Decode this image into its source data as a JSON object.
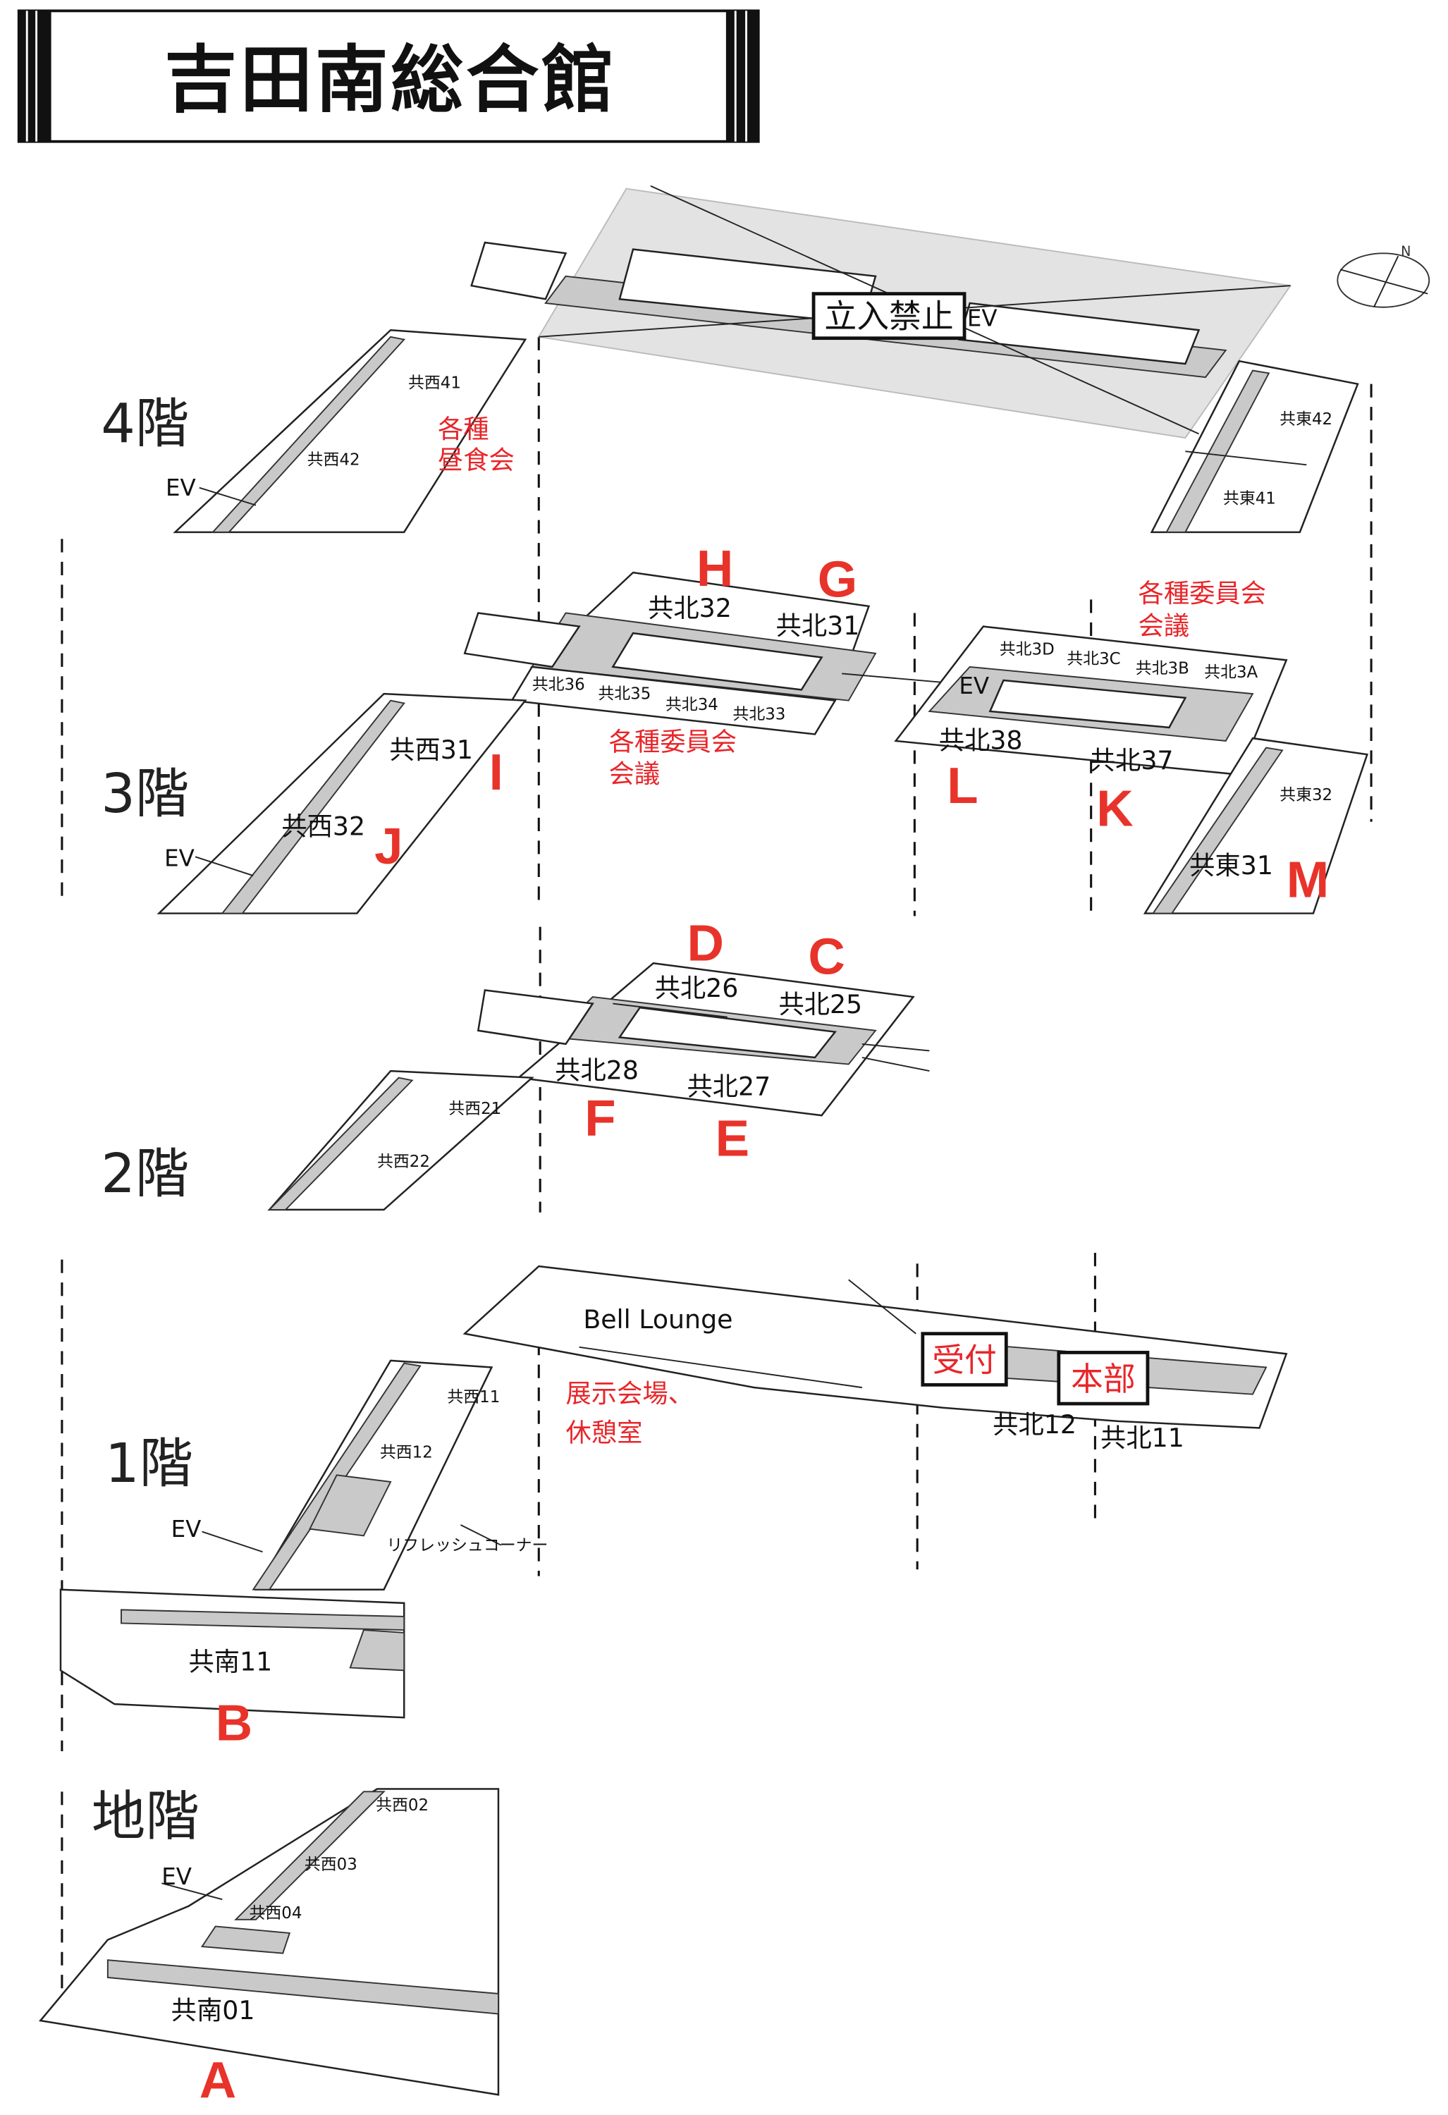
{
  "title": "吉田南総合館",
  "floors": {
    "f4": "4階",
    "f3": "3階",
    "f2": "2階",
    "f1": "1階",
    "fb": "地階"
  },
  "closed_label": "立入禁止",
  "ev": "EV",
  "rooms": {
    "w41": "共西41",
    "w42": "共西42",
    "e42": "共東42",
    "e41": "共東41",
    "n32": "共北32",
    "n31": "共北31",
    "n3d": "共北3D",
    "n3c": "共北3C",
    "n3b": "共北3B",
    "n3a": "共北3A",
    "n36": "共北36",
    "n35": "共北35",
    "n34": "共北34",
    "n33": "共北33",
    "n38": "共北38",
    "n37": "共北37",
    "w31": "共西31",
    "w32": "共西32",
    "e32": "共東32",
    "e31": "共東31",
    "n26": "共北26",
    "n25": "共北25",
    "n28": "共北28",
    "n27": "共北27",
    "w21": "共西21",
    "w22": "共西22",
    "bell": "Bell Lounge",
    "w11": "共西11",
    "w12": "共西12",
    "refresh": "リフレッシュコーナー",
    "n12": "共北12",
    "n11": "共北11",
    "s11": "共南11",
    "w02": "共西02",
    "w03": "共西03",
    "w04": "共西04",
    "s01": "共南01"
  },
  "annotations": {
    "lunch_1": "各種",
    "lunch_2": "昼食会",
    "committee_a1": "各種委員会",
    "committee_a2": "会議",
    "committee_b1": "各種委員会",
    "committee_b2": "会議",
    "exhibit_1": "展示会場、",
    "exhibit_2": "休憩室",
    "reception": "受付",
    "hq": "本部"
  },
  "letters": {
    "A": "A",
    "B": "B",
    "C": "C",
    "D": "D",
    "E": "E",
    "F": "F",
    "G": "G",
    "H": "H",
    "I": "I",
    "J": "J",
    "K": "K",
    "L": "L",
    "M": "M"
  },
  "colors": {
    "red": "#e8262a",
    "corridor": "#c9c9c9",
    "closed_area": "#e3e3e3"
  }
}
